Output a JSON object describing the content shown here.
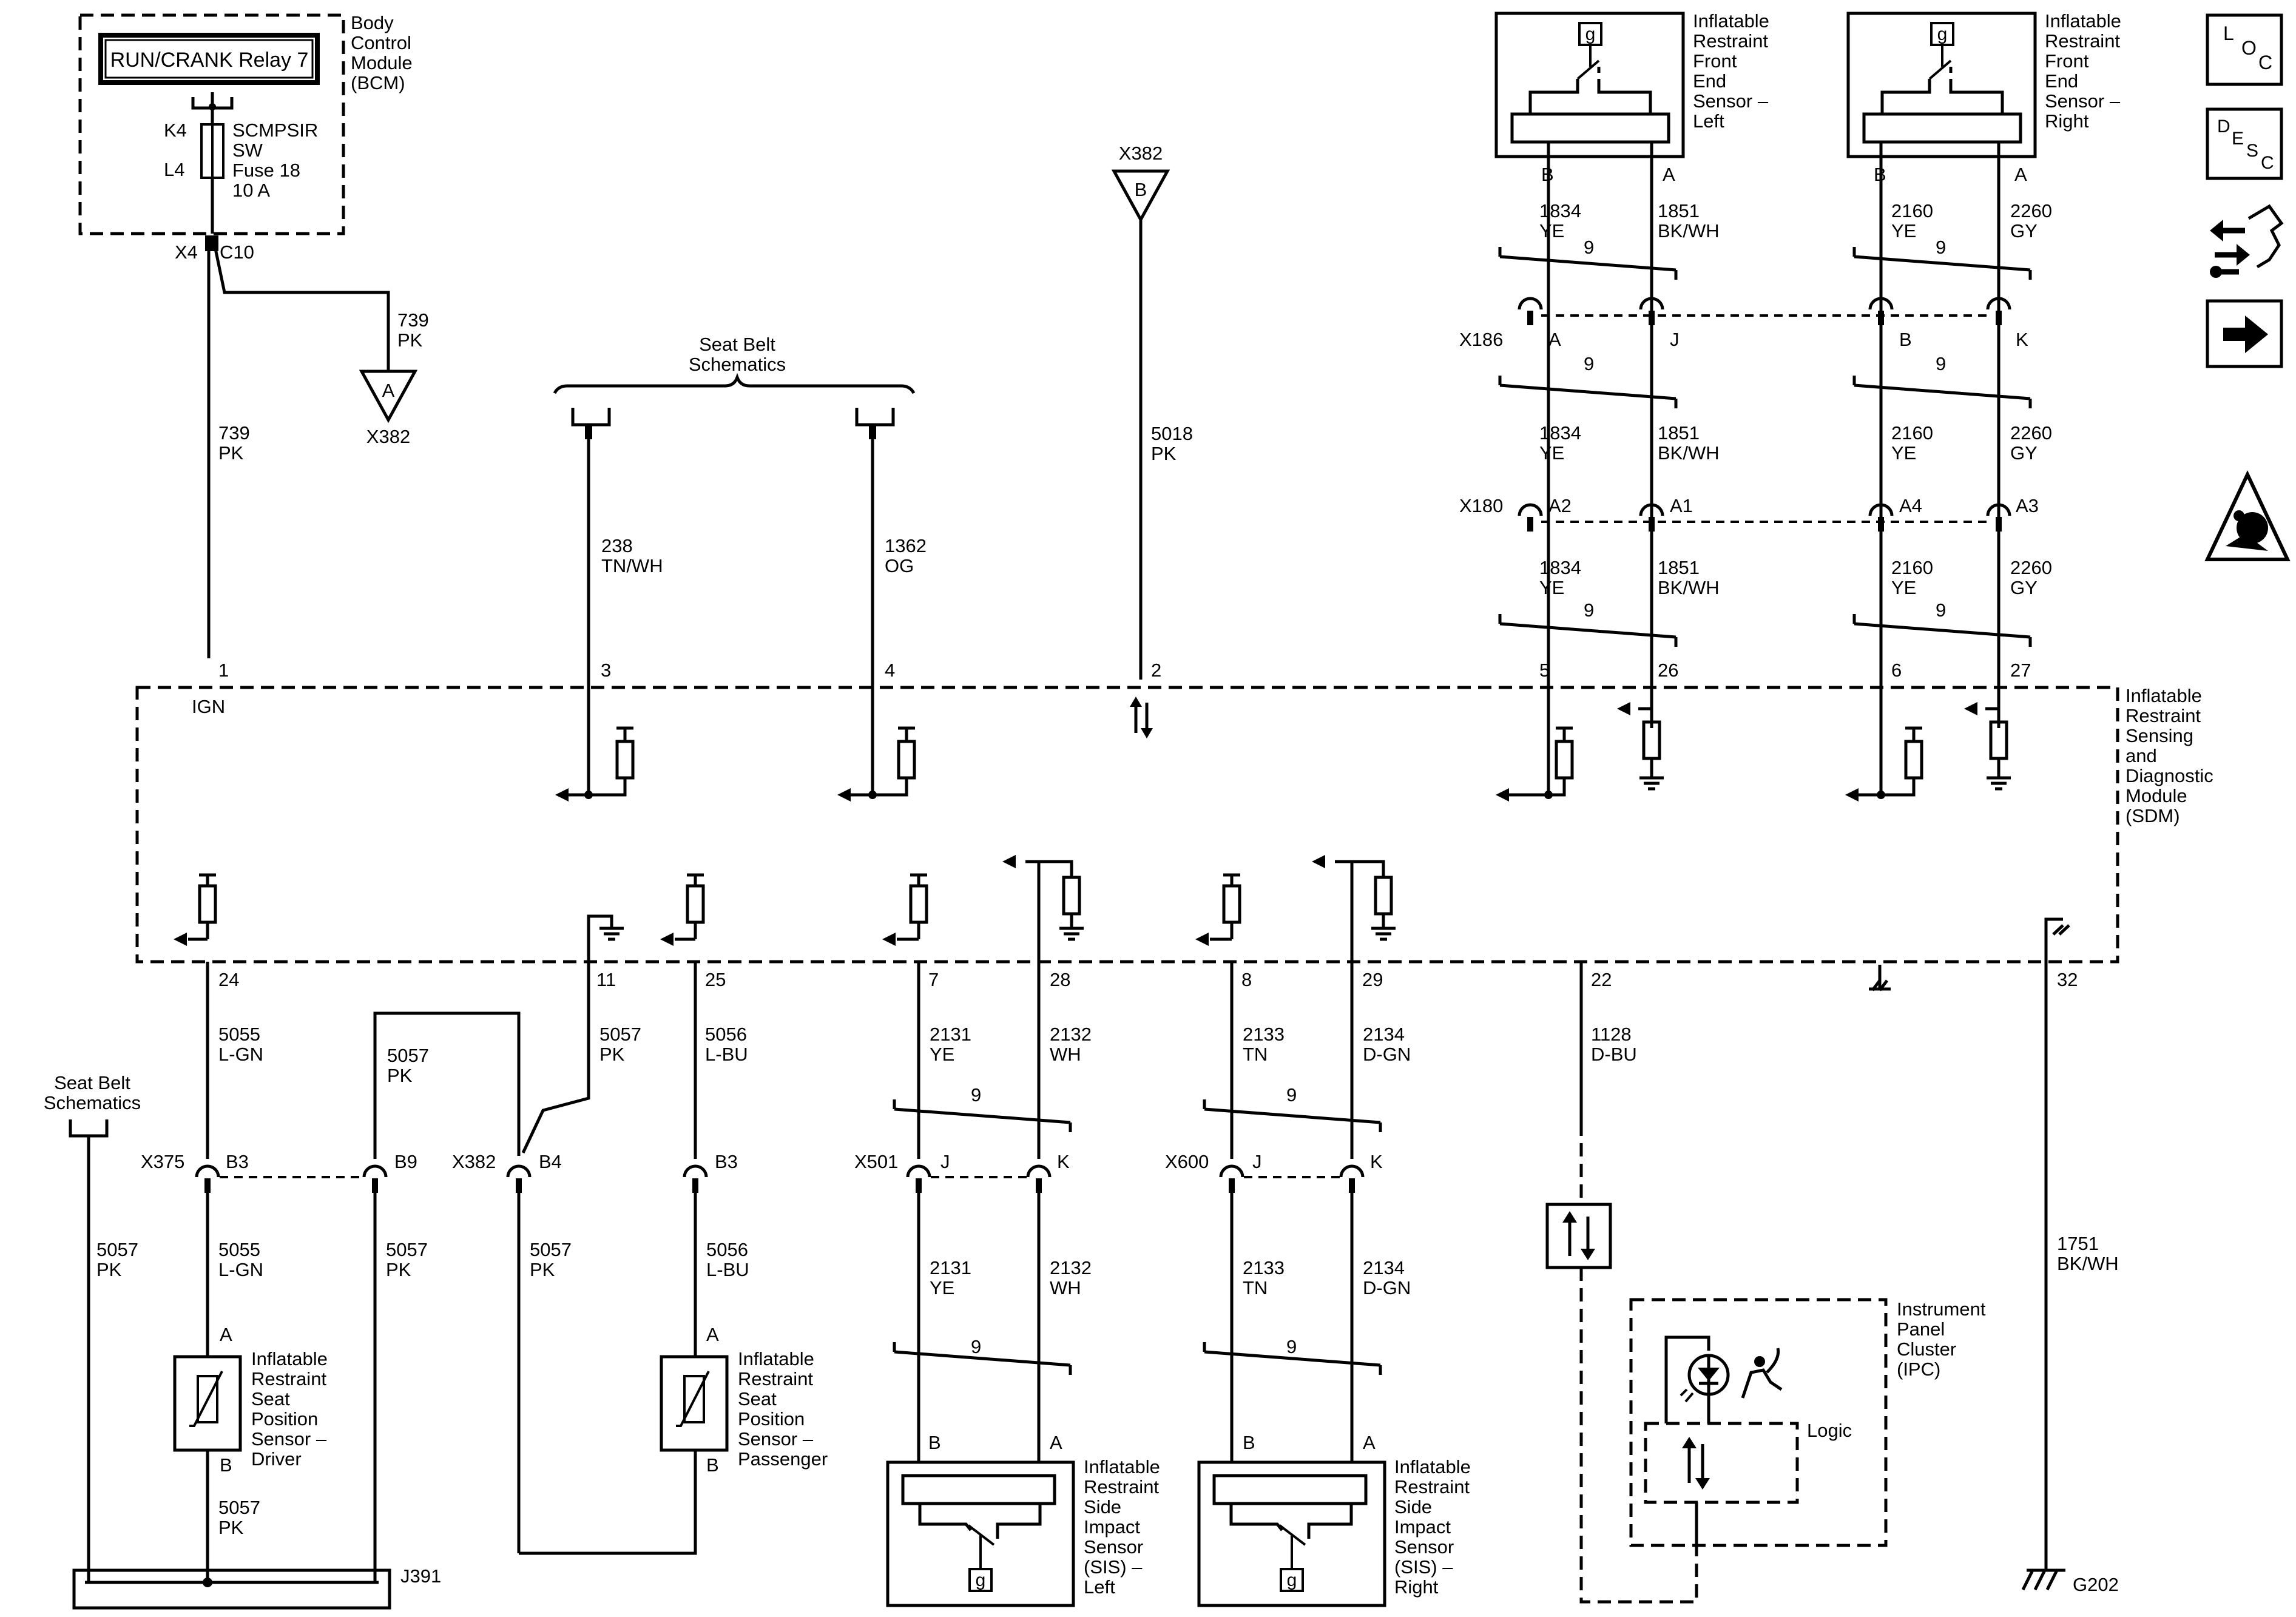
{
  "nav": {
    "loc": "LOC",
    "desc": "DESC"
  },
  "bcm": {
    "relay": "RUN/CRANK Relay 7",
    "module": [
      "Body",
      "Control",
      "Module",
      "(BCM)"
    ],
    "fuse": [
      "SCMPSIR",
      "SW",
      "Fuse 18",
      "10 A"
    ],
    "k4": "K4",
    "l4": "L4",
    "x4": "X4",
    "c10": "C10"
  },
  "sdm": {
    "title": [
      "Inflatable",
      "Restraint",
      "Sensing",
      "and",
      "Diagnostic",
      "Module",
      "(SDM)"
    ],
    "ign": "IGN",
    "pins": {
      "p1": "1",
      "p3": "3",
      "p4": "4",
      "p2": "2",
      "p5": "5",
      "p26": "26",
      "p6": "6",
      "p27": "27",
      "p24": "24",
      "p11": "11",
      "p25": "25",
      "p7": "7",
      "p28": "28",
      "p8": "8",
      "p29": "29",
      "p22": "22",
      "p32": "32"
    }
  },
  "wires": {
    "w739": {
      "num": "739",
      "col": "PK"
    },
    "w5018": {
      "num": "5018",
      "col": "PK"
    },
    "w238": {
      "num": "238",
      "col": "TN/WH"
    },
    "w1362": {
      "num": "1362",
      "col": "OG"
    },
    "w1834": {
      "num": "1834",
      "col": "YE"
    },
    "w1851": {
      "num": "1851",
      "col": "BK/WH"
    },
    "w2160": {
      "num": "2160",
      "col": "YE"
    },
    "w2260": {
      "num": "2260",
      "col": "GY"
    },
    "w5055": {
      "num": "5055",
      "col": "L-GN"
    },
    "w5057": {
      "num": "5057",
      "col": "PK"
    },
    "w5056": {
      "num": "5056",
      "col": "L-BU"
    },
    "w2131": {
      "num": "2131",
      "col": "YE"
    },
    "w2132": {
      "num": "2132",
      "col": "WH"
    },
    "w2133": {
      "num": "2133",
      "col": "TN"
    },
    "w2134": {
      "num": "2134",
      "col": "D-GN"
    },
    "w1128": {
      "num": "1128",
      "col": "D-BU"
    },
    "w1751": {
      "num": "1751",
      "col": "BK/WH"
    }
  },
  "twist": "9",
  "connectors": {
    "x382": "X382",
    "a": "A",
    "b": "B",
    "x186": "X186",
    "x186_a": "A",
    "x186_j": "J",
    "x186_b": "B",
    "x186_k": "K",
    "x180": "X180",
    "x180_a2": "A2",
    "x180_a1": "A1",
    "x180_a4": "A4",
    "x180_a3": "A3",
    "x375": "X375",
    "x375_b3": "B3",
    "x375_b9": "B9",
    "x382_b4": "B4",
    "x382_b3": "B3",
    "x501": "X501",
    "x600": "X600",
    "j": "J",
    "k": "K",
    "j391": "J391",
    "g202": "G202"
  },
  "seatbelt": [
    "Seat Belt",
    "Schematics"
  ],
  "components": {
    "front_left": [
      "Inflatable",
      "Restraint",
      "Front",
      "End",
      "Sensor –",
      "Left"
    ],
    "front_right": [
      "Inflatable",
      "Restraint",
      "Front",
      "End",
      "Sensor –",
      "Right"
    ],
    "seat_driver": [
      "Inflatable",
      "Restraint",
      "Seat",
      "Position",
      "Sensor –",
      "Driver"
    ],
    "seat_pass": [
      "Inflatable",
      "Restraint",
      "Seat",
      "Position",
      "Sensor –",
      "Passenger"
    ],
    "sis_left": [
      "Inflatable",
      "Restraint",
      "Side",
      "Impact",
      "Sensor",
      "(SIS) –",
      "Left"
    ],
    "sis_right": [
      "Inflatable",
      "Restraint",
      "Side",
      "Impact",
      "Sensor",
      "(SIS) –",
      "Right"
    ],
    "ipc": [
      "Instrument",
      "Panel",
      "Cluster",
      "(IPC)"
    ],
    "logic": "Logic",
    "g": "g"
  },
  "pinAB": {
    "a": "A",
    "b": "B"
  }
}
